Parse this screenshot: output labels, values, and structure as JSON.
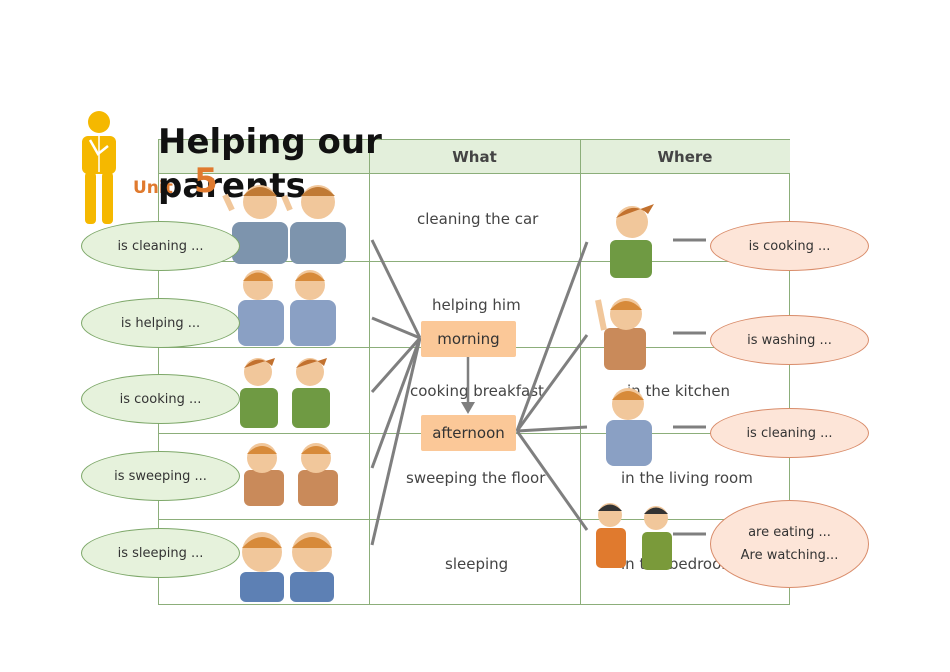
{
  "header": {
    "unit_label": "Unit",
    "unit_number": "5",
    "title": "Helping our parents"
  },
  "table": {
    "columns": [
      "",
      "What",
      "Where"
    ],
    "what": [
      "cleaning the car",
      "helping him",
      "cooking breakfast",
      "sweeping the floor",
      "sleeping"
    ],
    "where": [
      "",
      "",
      "in the kitchen",
      "in the living room",
      "in the bedroom"
    ]
  },
  "left_ovals": [
    "is cleaning ...",
    "is helping ...",
    "is cooking ...",
    "is sweeping ...",
    "is sleeping ..."
  ],
  "right_ovals": [
    {
      "lines": [
        "is cooking ..."
      ]
    },
    {
      "lines": [
        "is washing ..."
      ]
    },
    {
      "lines": [
        "is cleaning ..."
      ]
    },
    {
      "lines": [
        "are eating ...",
        "Are watching..."
      ]
    }
  ],
  "times": {
    "morning": "morning",
    "afternoon": "afternoon"
  },
  "colors": {
    "accent": "#e07a2e",
    "border": "#8cae7a",
    "header_bg": "#e3efdb",
    "time_box": "#fbc898",
    "green_oval": "#e6f2dc",
    "pink_oval": "#fde5d8"
  },
  "icons": [
    "person-thinking-icon",
    "father-son-illustration",
    "boy-helping-illustration",
    "girl-cooking-illustration",
    "girl-sweeping-illustration",
    "boy-sleeping-illustration",
    "family-eating-illustration"
  ]
}
